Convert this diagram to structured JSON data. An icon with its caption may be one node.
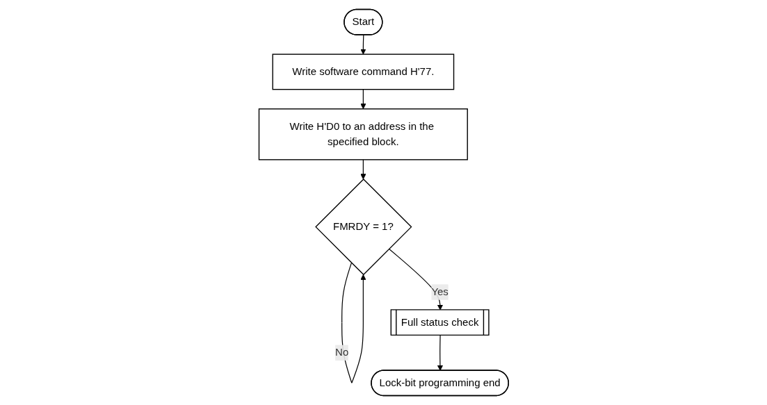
{
  "diagram": {
    "nodes": [
      {
        "text": [
          "Start"
        ]
      },
      {
        "text": [
          "Write software command H'77."
        ]
      },
      {
        "text": [
          "Write H'D0 to an address in the specified block."
        ]
      },
      {
        "text": [
          "FMRDY = 1?"
        ]
      },
      {
        "text": [
          "Full status check"
        ]
      },
      {
        "text": [
          "Lock-bit programming end"
        ]
      }
    ],
    "edges": [
      {
        "from": 0,
        "to": 1,
        "arrow": "to"
      },
      {
        "from": 1,
        "to": 2,
        "arrow": "to"
      },
      {
        "from": 2,
        "to": 3,
        "arrow": "to"
      },
      {
        "from": 3,
        "to": 3,
        "arrow": "to",
        "label": "No"
      },
      {
        "from": 3,
        "to": 4,
        "arrow": "to",
        "label": "Yes"
      },
      {
        "from": 4,
        "to": 5,
        "arrow": "to"
      }
    ]
  }
}
